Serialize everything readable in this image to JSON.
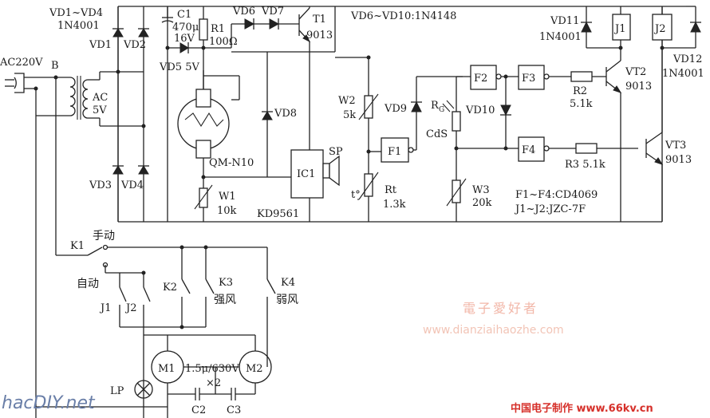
{
  "labels": {
    "vd1_vd4": "VD1~VD4",
    "in4001_a": "1N4001",
    "vd1": "VD1",
    "vd2": "VD2",
    "vd3": "VD3",
    "vd4": "VD4",
    "vd5": "VD5 5V",
    "c1": "C1",
    "c1_val": "470μ",
    "c1_v": "16V",
    "r1": "R1",
    "r1_val": "100Ω",
    "vd6": "VD6",
    "vd7": "VD7",
    "t1": "T1",
    "t1_val": "9013",
    "vd6_vd10": "VD6~VD10:1N4148",
    "ac220": "AC220V",
    "b": "B",
    "ac": "AC",
    "ac5v": "5V",
    "qm": "QM-N10",
    "vd8": "VD8",
    "w1": "W1",
    "w1_val": "10k",
    "ic1": "IC1",
    "sp": "SP",
    "kd": "KD9561",
    "w2": "W2",
    "w2_val": "5k",
    "vd9": "VD9",
    "rg": "R",
    "rg_sub": "G",
    "cds": "CdS",
    "f1": "F1",
    "rt": "Rt",
    "rt_val": "1.3k",
    "t_deg": "t°",
    "w3": "W3",
    "w3_val": "20k",
    "f2": "F2",
    "f3": "F3",
    "f4": "F4",
    "vd10": "VD10",
    "r2": "R2",
    "r2_val": "5.1k",
    "r3": "R3 5.1k",
    "vt2": "VT2",
    "vt2_val": "9013",
    "vt3": "VT3",
    "vt3_val": "9013",
    "vd11": "VD11",
    "in4001_b": "1N4001",
    "vd12": "VD12",
    "in4001_c": "1N4001",
    "j1": "J1",
    "j2": "J2",
    "f1f4": "F1~F4:CD4069",
    "j1j2": "J1~J2:JZC-7F",
    "k1": "K1",
    "manual": "手动",
    "auto": "自动",
    "j1c": "J1",
    "j2c": "J2",
    "k2": "K2",
    "k3": "K3",
    "strong": "强风",
    "k4": "K4",
    "weak": "弱风",
    "m1": "M1",
    "m2": "M2",
    "cap": "1.5μ/630V",
    "x2": "×2",
    "c2": "C2",
    "c3": "C3",
    "lp": "LP"
  },
  "watermarks": {
    "cn_site": "電子愛好者",
    "url": "www.dianziaihaozhe.com",
    "bottom": "中国电子制作 www.66kv.cn",
    "logo": "hacDIY.net"
  },
  "colors": {
    "line": "#222222",
    "watermark_pink": "#f2b7a8",
    "watermark_red": "#d6302a",
    "logo_blue": "#6a7fa8"
  }
}
